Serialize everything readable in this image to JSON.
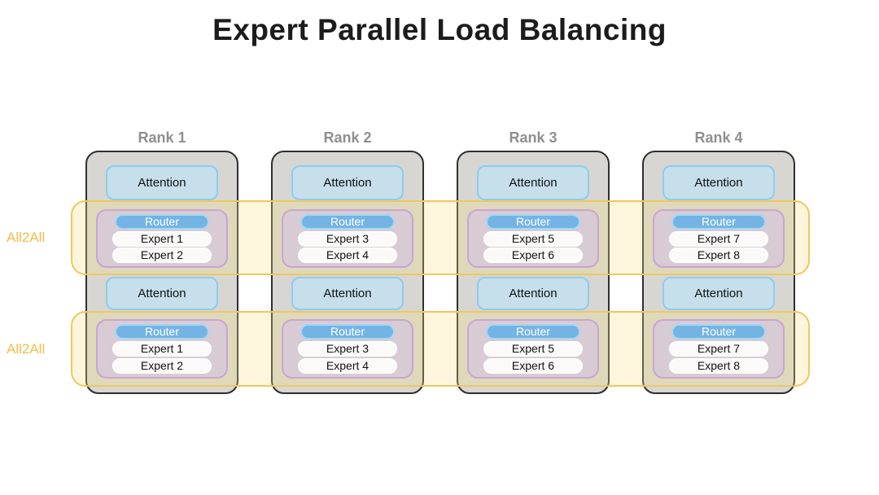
{
  "title": "Expert Parallel Load Balancing",
  "all2all": {
    "band1_label": "All2All",
    "band2_label": "All2All"
  },
  "ranks": [
    {
      "label": "Rank 1",
      "attention": "Attention",
      "router": "Router",
      "experts": [
        "Expert 1",
        "Expert 2"
      ]
    },
    {
      "label": "Rank 2",
      "attention": "Attention",
      "router": "Router",
      "experts": [
        "Expert 3",
        "Expert 4"
      ]
    },
    {
      "label": "Rank 3",
      "attention": "Attention",
      "router": "Router",
      "experts": [
        "Expert 5",
        "Expert 6"
      ]
    },
    {
      "label": "Rank 4",
      "attention": "Attention",
      "router": "Router",
      "experts": [
        "Expert 7",
        "Expert 8"
      ]
    }
  ],
  "colors": {
    "title_text": "#1c1c1c",
    "rank_label_text": "#8f8f8f",
    "column_fill": "#d7d6d2",
    "column_border": "#2f2f2f",
    "attention_fill": "#c6dfeb",
    "attention_border": "#8ccdf0",
    "moe_fill": "#d8cbd4",
    "moe_border": "#c9a5d3",
    "router_fill": "#74b4e4",
    "router_border": "#a5d7f4",
    "expert_fill": "#fbfaf9",
    "band_fill": "#f7de82",
    "band_border": "#eec85e",
    "all2all_text": "#f1bd49"
  }
}
